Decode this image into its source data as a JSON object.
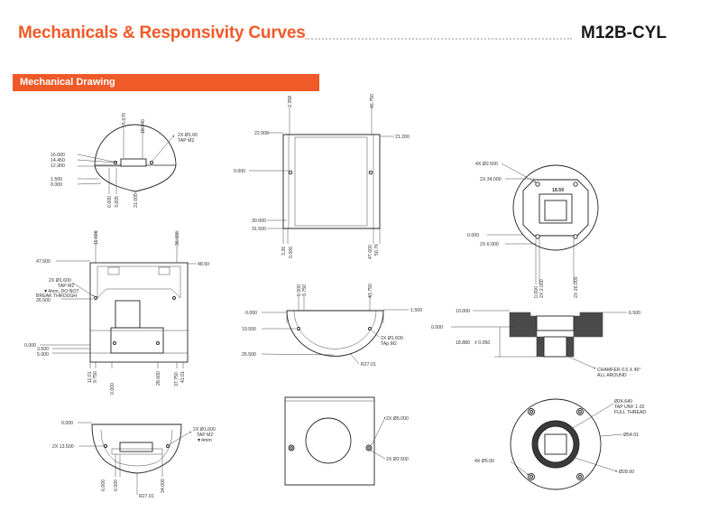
{
  "header": {
    "title": "Mechanicals & Responsivity Curves",
    "model": "M12B-CYL"
  },
  "section": {
    "label": "Mechanical Drawing"
  },
  "colors": {
    "accent": "#f05a28",
    "dimension_red": "#d32f2f"
  },
  "views": {
    "v1": {
      "d_16000": "16.000",
      "d_14450": "14.450",
      "d_12900": "12.900",
      "d_1500": "1.500",
      "d_0000": "0.000",
      "d_0000b": "0.000",
      "d_3005": "3.005",
      "d_21005": "21.005",
      "d_5670": "5.670",
      "d_18940": "18.940",
      "note_a": "2X Ø1.60",
      "note_b": "TAP M2"
    },
    "v2": {
      "d_2358": "2.358",
      "d_46750": "46.750",
      "d_22000": "22.000",
      "d_21200": "21.200",
      "d_0000": "0.000",
      "d_30000": "30.000",
      "d_31500": "31.500",
      "d_326": "3.26",
      "d_0000b": "0.000",
      "d_47600": "47.600",
      "d_5076": "50.76"
    },
    "v3": {
      "note_a": "4X Ø2.500",
      "note_b": "2X 34.000",
      "center": "18.59",
      "d_0000": "0.000",
      "d_6000": "2X 6.000",
      "d_0000b": "0.000",
      "d_2000": "2X 2.000",
      "d_26000": "2X 26.000"
    },
    "v4": {
      "d_11606": "11.606",
      "d_36606": "36.606",
      "d_47500": "47.500",
      "d_4850": "48.50",
      "note_a": "2X Ø1.600",
      "note_b": "TAP M2",
      "note_c": "▼4mm, DO NOT",
      "note_d": "BREAK THROUGH",
      "d_26500": "26.500",
      "d_0000": "0.000",
      "d_3500": "3.500",
      "d_5000": "5.000",
      "b_1101": "11.01",
      "b_9750": "9.750",
      "b_0000": "0.000",
      "b_28600": "28.600",
      "b_37750": "37.750",
      "b_4101": "41.01"
    },
    "v5": {
      "d_0000": "0.000",
      "d_3750": "3.750",
      "d_43750": "43.750",
      "d_0000b": "0.000",
      "d_1500": "1.500",
      "d_10500": "10.500",
      "d_25500": "25.500",
      "note_a": "2X Ø1.600",
      "note_b": "TAp M2",
      "d_r2701": "R27.01"
    },
    "v6": {
      "d_10000": "10.000",
      "d_6500": "6.500",
      "d_0000": "0.000",
      "d_18880": "18.880",
      "d_tol": "± 0.050",
      "note_a": "CHAMFER 0.5 X 45°",
      "note_b": "ALL AROUND"
    },
    "v7": {
      "d_0000": "0.000",
      "d_13500": "2X 13.500",
      "note_a": "2X Ø1.600",
      "note_b": "TAP M2",
      "note_c": "▼4mm",
      "b_6000": "6.000",
      "b_0000": "0.000",
      "b_34000": "34.000",
      "d_r2701": "R27.01"
    },
    "v8": {
      "note_a": "2X Ø5.000",
      "note_b": "2X Ø2.500"
    },
    "v9": {
      "note_a": "Ø24.640",
      "note_b": "TAP UNF 1-32",
      "note_c": "FULL THREAD",
      "d_5401": "Ø54.01",
      "d_4x500": "4X Ø5.00",
      "d_2800": "Ø28.00"
    }
  }
}
